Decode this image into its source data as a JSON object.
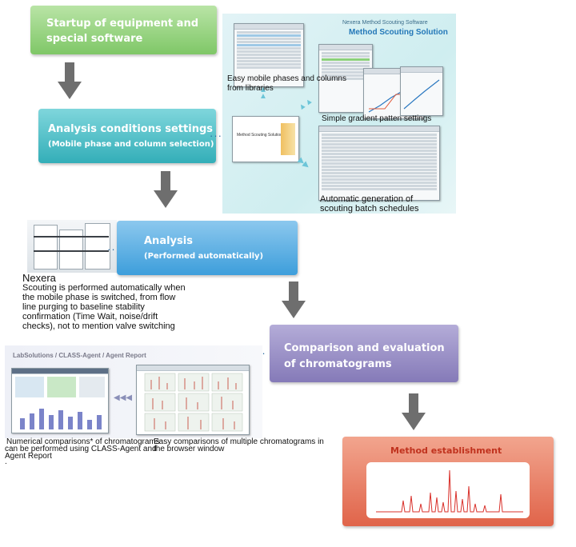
{
  "colors": {
    "green": "#8fd07a",
    "teal": "#3fb8c2",
    "blue": "#4aa6dc",
    "purple": "#8c80c0",
    "red": "#e0684a",
    "arrow": "#6e6e6e"
  },
  "steps": {
    "startup": {
      "line1": "Startup of equipment and",
      "line2": "special software"
    },
    "conditions": {
      "line1": "Analysis conditions settings",
      "line2": "(Mobile phase and column selection)"
    },
    "analysis": {
      "line1": "Analysis",
      "line2": "(Performed  automatically)"
    },
    "comparison": {
      "line1": "Comparison and evaluation",
      "line2": "of chromatograms"
    },
    "method": {
      "title": "Method establishment"
    }
  },
  "scouting_panel": {
    "brand": "Nexera Method Scouting Software",
    "product": "Method Scouting Solution",
    "splash_label": "Method Scouting Solution",
    "cap_libraries": [
      "Easy mobile phases and columns",
      "from libraries"
    ],
    "cap_gradient": "Simple gradient patten settings",
    "cap_batch": [
      "Automatic generation of",
      "scouting batch schedules"
    ]
  },
  "nexera": {
    "title": "Nexera",
    "desc": [
      "Scouting is performed automatically when",
      "the mobile phase is switched, from flow",
      "line purging to baseline stability",
      "confirmation (Time Wait, noise/drift",
      "checks), not to mention valve switching"
    ]
  },
  "labsolutions": {
    "header": "LabSolutions / CLASS-Agent / Agent Report",
    "arrows": "◀◀◀",
    "cap_left": [
      "Numerical comparisons* of chromatograms",
      "can be performed using CLASS-Agent and",
      "Agent Report"
    ],
    "cap_left_extra": ".",
    "cap_right": [
      "Easy comparisons of multiple chromatograms in",
      "the browser window"
    ]
  }
}
